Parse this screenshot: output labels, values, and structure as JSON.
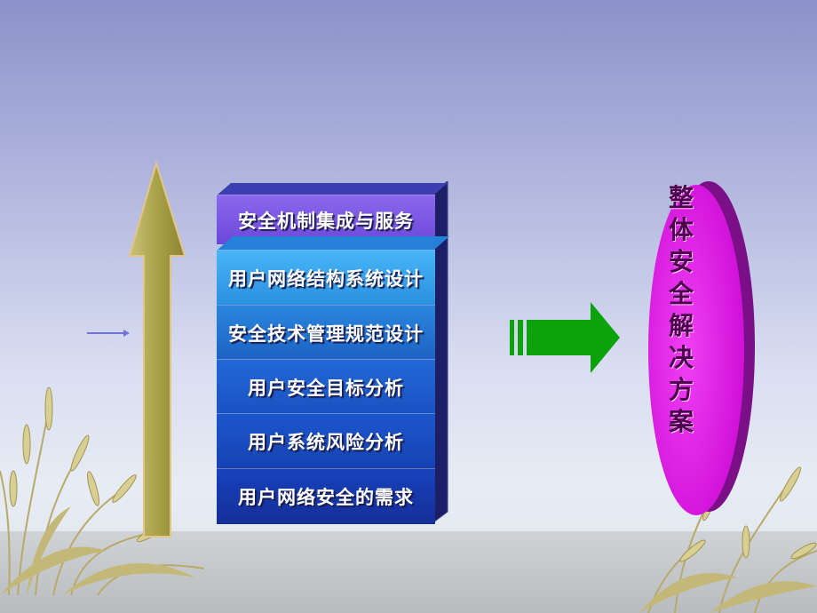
{
  "layers": [
    {
      "label": "安全机制集成与服务",
      "color": "#7a54e4"
    },
    {
      "label": "用户网络结构系统设计",
      "color": "#2e9ae8"
    },
    {
      "label": "安全技术管理规范设计",
      "color": "#1f6ccd"
    },
    {
      "label": "用户安全目标分析",
      "color": "#1a53c6"
    },
    {
      "label": "用户系统风险分析",
      "color": "#1742b8"
    },
    {
      "label": "用户网络安全的需求",
      "color": "#1634a6"
    }
  ],
  "result": {
    "label": "整体安全解决方案",
    "chars": [
      "整",
      "体",
      "安",
      "全",
      "解",
      "决",
      "方",
      "案"
    ],
    "color": "#e024e8"
  },
  "colors": {
    "up_arrow": "#a7a147",
    "right_arrow": "#0ba20b"
  }
}
